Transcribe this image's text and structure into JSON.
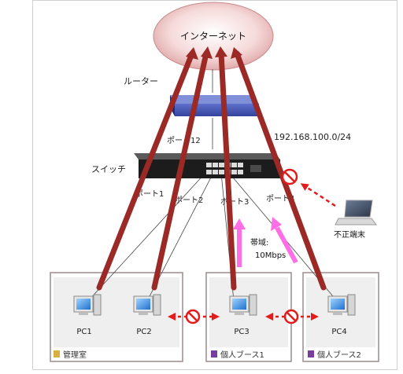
{
  "internet": {
    "label": "インターネット"
  },
  "router": {
    "label": "ルーター"
  },
  "switch": {
    "label": "スイッチ",
    "subnet": "192.168.100.0/24"
  },
  "ports": {
    "p12": "ポート12",
    "p1": "ポート1",
    "p2": "ポート2",
    "p3": "ポート3",
    "p4": "ポート4"
  },
  "bandwidth": {
    "line1": "帯域:",
    "line2": "10Mbps"
  },
  "rogue": {
    "label": "不正端末"
  },
  "pcs": {
    "pc1": "PC1",
    "pc2": "PC2",
    "pc3": "PC3",
    "pc4": "PC4"
  },
  "rooms": {
    "admin": "管理室",
    "booth1": "個人ブース1",
    "booth2": "個人ブース2"
  },
  "colors": {
    "traffic_arrow": "#9b2a26",
    "bandwidth_arrow": "#ff6ee6",
    "blocked_red": "#e41b1b",
    "router_blue": "#2c3e9c",
    "admin_tag": "#d8b040",
    "booth_tag": "#7a3e9e"
  }
}
